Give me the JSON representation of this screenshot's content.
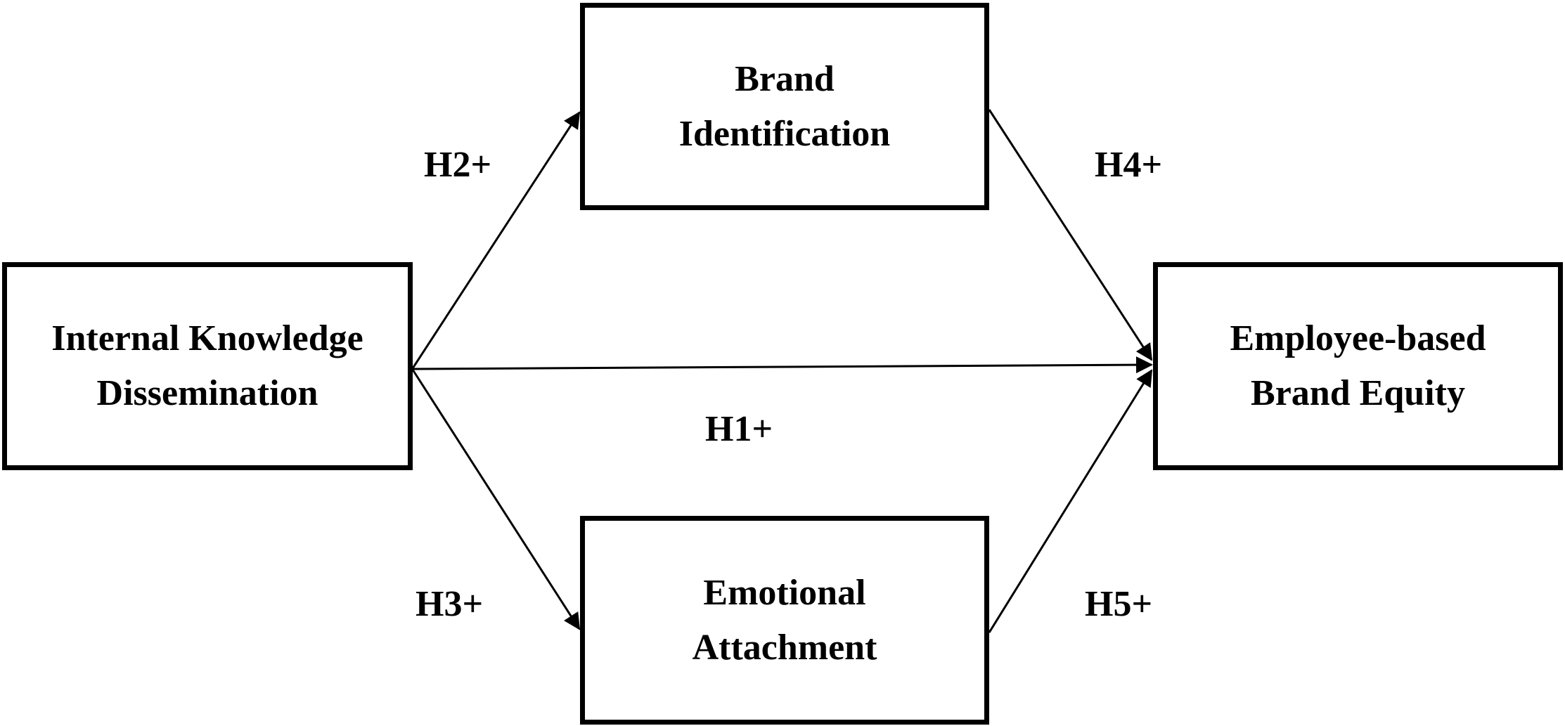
{
  "diagram": {
    "nodes": {
      "ikd": {
        "lines": [
          "Internal Knowledge",
          "Dissemination"
        ]
      },
      "bi": {
        "lines": [
          "Brand",
          "Identification"
        ]
      },
      "ea": {
        "lines": [
          "Emotional",
          "Attachment"
        ]
      },
      "ebe": {
        "lines": [
          "Employee-based",
          "Brand Equity"
        ]
      }
    },
    "paths": [
      {
        "from": "Internal Knowledge Dissemination",
        "to": "Brand Identification",
        "label": "H2+"
      },
      {
        "from": "Brand Identification",
        "to": "Employee-based Brand Equity",
        "label": "H4+"
      },
      {
        "from": "Internal Knowledge Dissemination",
        "to": "Employee-based Brand Equity",
        "label": "H1+"
      },
      {
        "from": "Internal Knowledge Dissemination",
        "to": "Emotional Attachment",
        "label": "H3+"
      },
      {
        "from": "Emotional Attachment",
        "to": "Employee-based Brand Equity",
        "label": "H5+"
      }
    ],
    "colors": {
      "stroke": "#000000",
      "background": "#ffffff"
    }
  }
}
